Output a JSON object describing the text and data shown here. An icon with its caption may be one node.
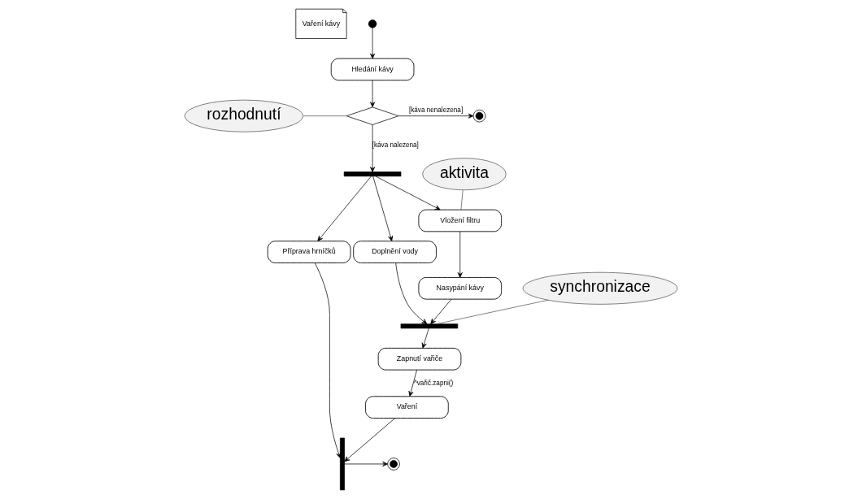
{
  "diagram": {
    "nodes": [
      {
        "text": [
          "Vaření kávy"
        ]
      },
      {
        "text": [],
        "shape": "circle"
      },
      {
        "text": [
          "Hledání kávy"
        ]
      },
      {
        "text": [],
        "shape": "diamond"
      },
      {
        "text": [],
        "shape": "circle"
      },
      {
        "text": [],
        "shape": "bar"
      },
      {
        "text": [
          "Vložení filtru"
        ]
      },
      {
        "text": [
          "Doplnění vody"
        ]
      },
      {
        "text": [
          "Příprava hrníčků"
        ]
      },
      {
        "text": [
          "Nasypání kávy"
        ]
      },
      {
        "text": [],
        "shape": "bar"
      },
      {
        "text": [
          "Zapnutí vařiče"
        ]
      },
      {
        "text": [
          "Vaření"
        ]
      },
      {
        "text": [],
        "shape": "bar"
      },
      {
        "text": [],
        "shape": "circle"
      },
      {
        "text": [
          "aktivita"
        ]
      },
      {
        "text": [
          "rozhodnutí"
        ]
      },
      {
        "text": [
          "synchronizace"
        ]
      }
    ],
    "edges": [
      {
        "from": 1,
        "to": 2,
        "arrow": "to"
      },
      {
        "from": 2,
        "to": 3,
        "arrow": "to"
      },
      {
        "from": 3,
        "to": 4,
        "arrow": "to",
        "label": "[káva nenalezena]"
      },
      {
        "from": 3,
        "to": 5,
        "arrow": "to",
        "label": "[káva nalezena]"
      },
      {
        "from": 5,
        "to": 6,
        "arrow": "to"
      },
      {
        "from": 5,
        "to": 7,
        "arrow": "to"
      },
      {
        "from": 5,
        "to": 8,
        "arrow": "to"
      },
      {
        "from": 6,
        "to": 9,
        "arrow": "to"
      },
      {
        "from": 9,
        "to": 10,
        "arrow": "to"
      },
      {
        "from": 7,
        "to": 10,
        "arrow": "to"
      },
      {
        "from": 10,
        "to": 11,
        "arrow": "to"
      },
      {
        "from": 11,
        "to": 12,
        "arrow": "to",
        "label": "^vařič.zapni()"
      },
      {
        "from": 8,
        "to": 13,
        "arrow": "to"
      },
      {
        "from": 12,
        "to": 13,
        "arrow": "to"
      },
      {
        "from": 13,
        "to": 14,
        "arrow": "to"
      },
      {
        "from": 15,
        "to": 6,
        "arrow": "none"
      },
      {
        "from": 16,
        "to": 3,
        "arrow": "none"
      },
      {
        "from": 17,
        "to": 10,
        "arrow": "none"
      }
    ]
  }
}
